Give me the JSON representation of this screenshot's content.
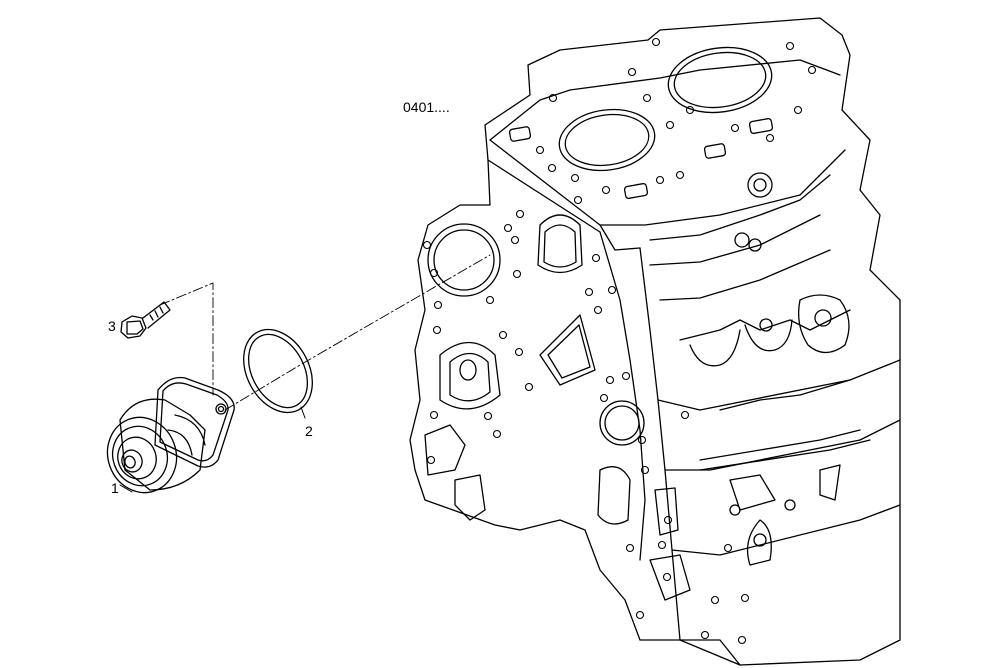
{
  "diagram": {
    "reference": "0401....",
    "callouts": [
      {
        "id": "1",
        "part": "water-pump"
      },
      {
        "id": "2",
        "part": "o-ring-seal"
      },
      {
        "id": "3",
        "part": "bolt"
      }
    ]
  }
}
